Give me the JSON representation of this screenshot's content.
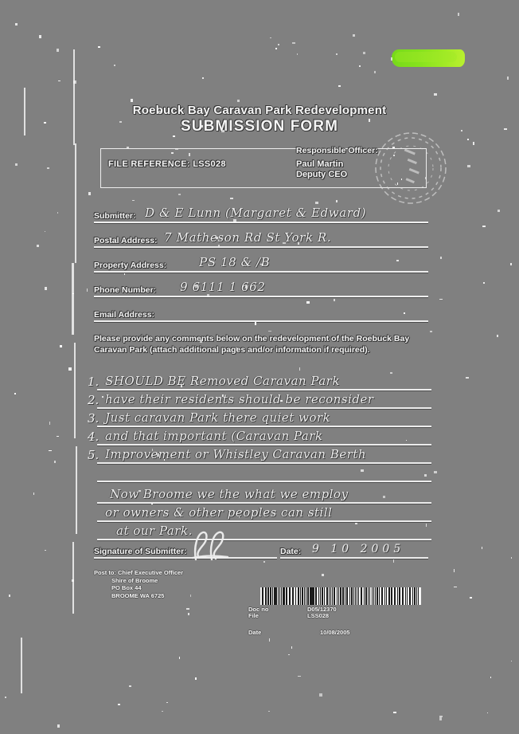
{
  "document": {
    "kind": "scanned-form",
    "title_line1": "Roebuck Bay Caravan Park Redevelopment",
    "title_line2": "SUBMISSION FORM",
    "background_color": "#808080",
    "ink_color": "#f4f4f4"
  },
  "reference_box": {
    "file_reference": "FILE REFERENCE:  LSS028",
    "officer_caption": "Responsible Officer:",
    "officer_name": "Paul Martin",
    "officer_role": "Deputy CEO"
  },
  "stamp": {
    "name": "office-received-stamp",
    "description": "faint circular office stamp overlapping reference box"
  },
  "highlighter": {
    "name": "green-highlighter-mark",
    "color": "#8ce61a"
  },
  "fields": [
    {
      "label": "Submitter:",
      "value": "D & E Lunn (Margaret & Edward)"
    },
    {
      "label": "Postal Address:",
      "value": "7  Matheson Rd St        York R."
    },
    {
      "label": "Property Address:",
      "value": "PS  18 & /B"
    },
    {
      "label": "Phone Number:",
      "value": "9 6111 1 662"
    },
    {
      "label": "Email Address:",
      "value": ""
    }
  ],
  "instructions": "Please provide any comments below on the redevelopment of the Roebuck Bay Caravan Park (attach additional pages and/or information if required).",
  "comments": [
    {
      "number": "1.",
      "text": "SHOULD BE Removed Caravan Park"
    },
    {
      "number": "2.",
      "text": "have their residents should be reconsider"
    },
    {
      "number": "3.",
      "text": "Just caravan Park there quiet work"
    },
    {
      "number": "4.",
      "text": "and that important  (Caravan  Park"
    },
    {
      "number": "5.",
      "text": "Improvement or Whistley Caravan Berth"
    }
  ],
  "closing_note": [
    "Now Broome we the what we employ",
    "or owners & other peoples can still",
    "at our Park."
  ],
  "signature_block": {
    "signature_label": "Signature of Submitter:",
    "signature_mark": "handwritten-signature",
    "date_label": "Date:",
    "date_value": "9    10    2005"
  },
  "return_address": {
    "line1": "Post to: Chief Executive Officer",
    "line2": "Shire of Broome",
    "line3": "PO Box 44",
    "line4": "BROOME WA  6725"
  },
  "records_stamp": {
    "barcode_label": "records-barcode",
    "doc_label": "Doc no",
    "doc_value": "D05/12370",
    "file_label": "File",
    "file_value": "LSS028",
    "date_label": "Date",
    "date_value": "10/08/2005"
  }
}
